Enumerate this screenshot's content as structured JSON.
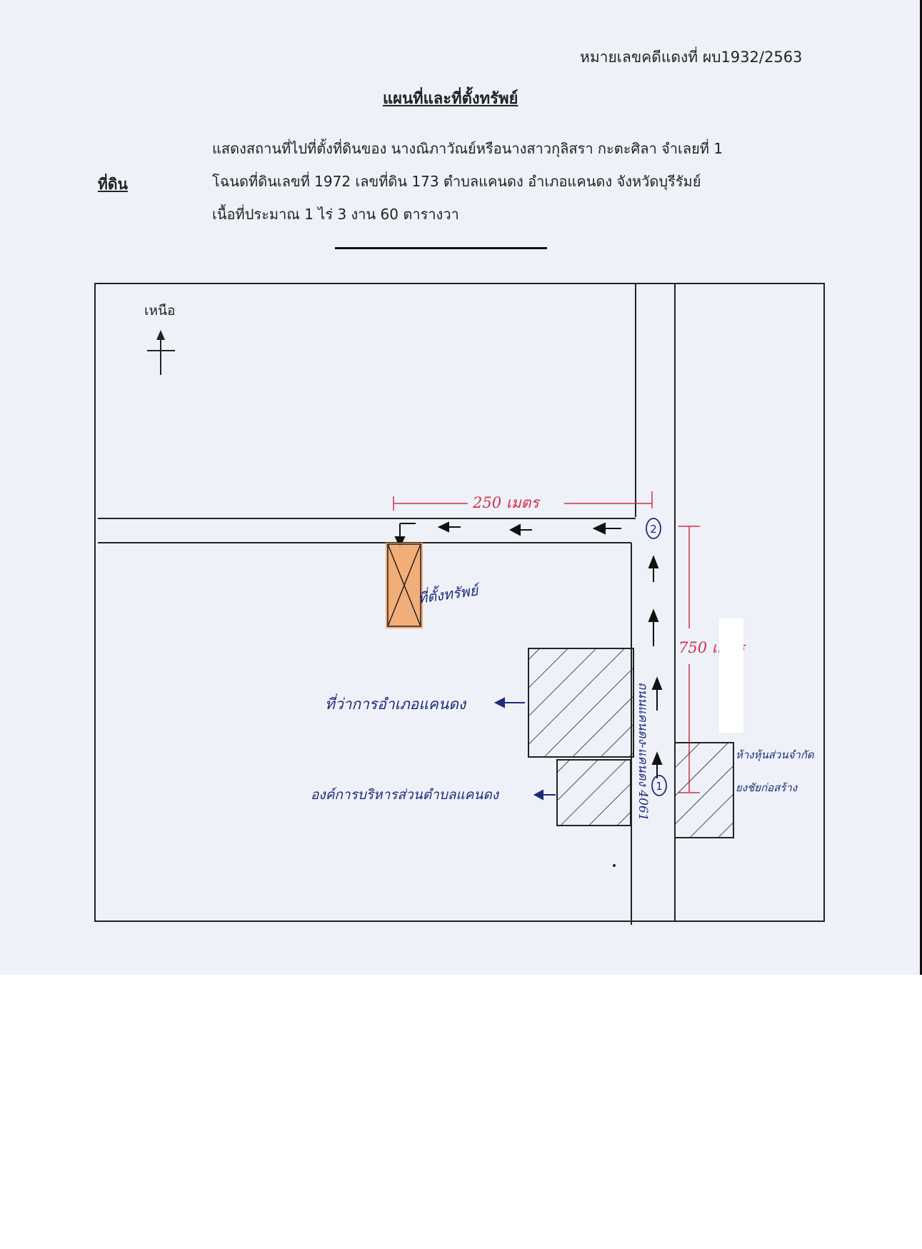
{
  "header": {
    "case_number": "หมายเลขคดีแดงที่ ผบ1932/2563",
    "title": "แผนที่และที่ตั้งทรัพย์"
  },
  "description": {
    "line1": "แสดงสถานที่ไปที่ตั้งที่ดินของ  นางณิภาวัณย์หรือนางสาวกุลิสรา กะตะศิลา  จำเลยที่ 1",
    "land_label": "ที่ดิน",
    "line2": "โฉนดที่ดินเลขที่ 1972 เลขที่ดิน 173 ตำบลแคนดง อำเภอแคนดง จังหวัดบุรีรัมย์",
    "line3": "เนื้อที่ประมาณ  1 ไร่  3 งาน 60 ตารางวา"
  },
  "map": {
    "north_label": "เหนือ",
    "distance_horizontal": "250 เมตร",
    "distance_vertical": "750 เมตร",
    "property_label": "ที่ตั้งทรัพย์",
    "district_office_label": "ที่ว่าการอำเภอแคนดง",
    "sao_label": "องค์การบริหารส่วนตำบลแคนดง",
    "shop_label": "ห้างหุ้นส่วนจำกัด ยงชัยก่อสร้าง",
    "road_label": "ถนนแคนดง-แคนดง 4061",
    "point_1": "1",
    "point_2": "2",
    "colors": {
      "red_ink": "#d2304a",
      "blue_ink": "#1e2a7a",
      "property_fill": "#f2a66a"
    }
  }
}
